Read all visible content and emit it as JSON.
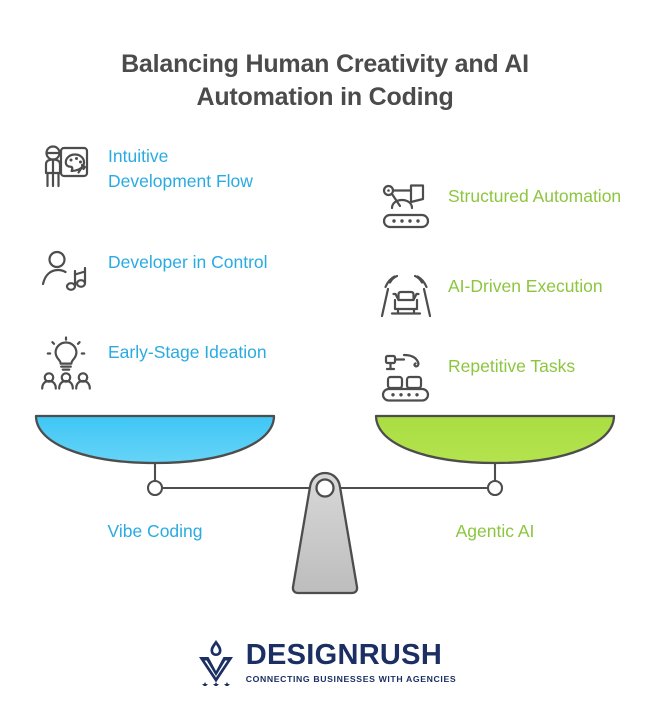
{
  "title": "Balancing Human Creativity and AI Automation in Coding",
  "colors": {
    "left_accent": "#29abe2",
    "right_accent": "#8cc63f",
    "title": "#4b4b4b",
    "icon_stroke": "#4d4d4d",
    "fulcrum": "#c4c4c4",
    "background": "#ffffff",
    "logo": "#1b2f63"
  },
  "left_side": {
    "pan_label": "Vibe Coding",
    "items": [
      {
        "label": "Intuitive Development Flow",
        "icon": "artist-person-palette-icon"
      },
      {
        "label": "Developer in Control",
        "icon": "person-music-notes-icon"
      },
      {
        "label": "Early-Stage Ideation",
        "icon": "lightbulb-team-icon"
      }
    ]
  },
  "right_side": {
    "pan_label": "Agentic AI",
    "items": [
      {
        "label": "Structured Automation",
        "icon": "robot-arm-conveyor-icon"
      },
      {
        "label": "AI-Driven Execution",
        "icon": "self-driving-car-icon"
      },
      {
        "label": "Repetitive Tasks",
        "icon": "robot-arm-boxes-conveyor-icon"
      }
    ]
  },
  "logo": {
    "name": "DESIGNRUSH",
    "tagline": "CONNECTING BUSINESSES WITH AGENCIES",
    "mark": "flame-shield-stars-icon"
  }
}
